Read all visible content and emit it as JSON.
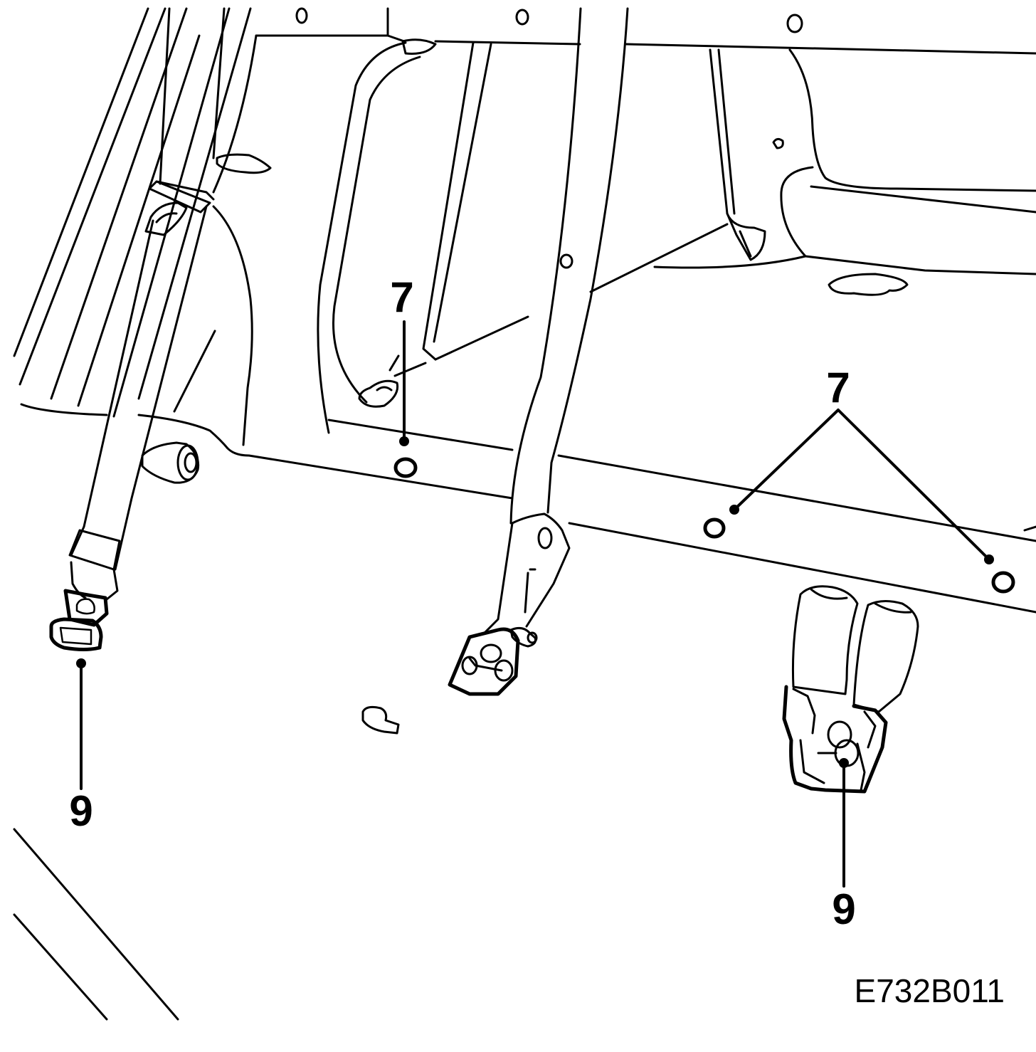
{
  "callouts": {
    "seven_center": "7",
    "seven_right": "7",
    "nine_left": "9",
    "nine_right": "9"
  },
  "figure_code": "E732B011",
  "colors": {
    "ink": "#000000",
    "paper": "#ffffff"
  }
}
